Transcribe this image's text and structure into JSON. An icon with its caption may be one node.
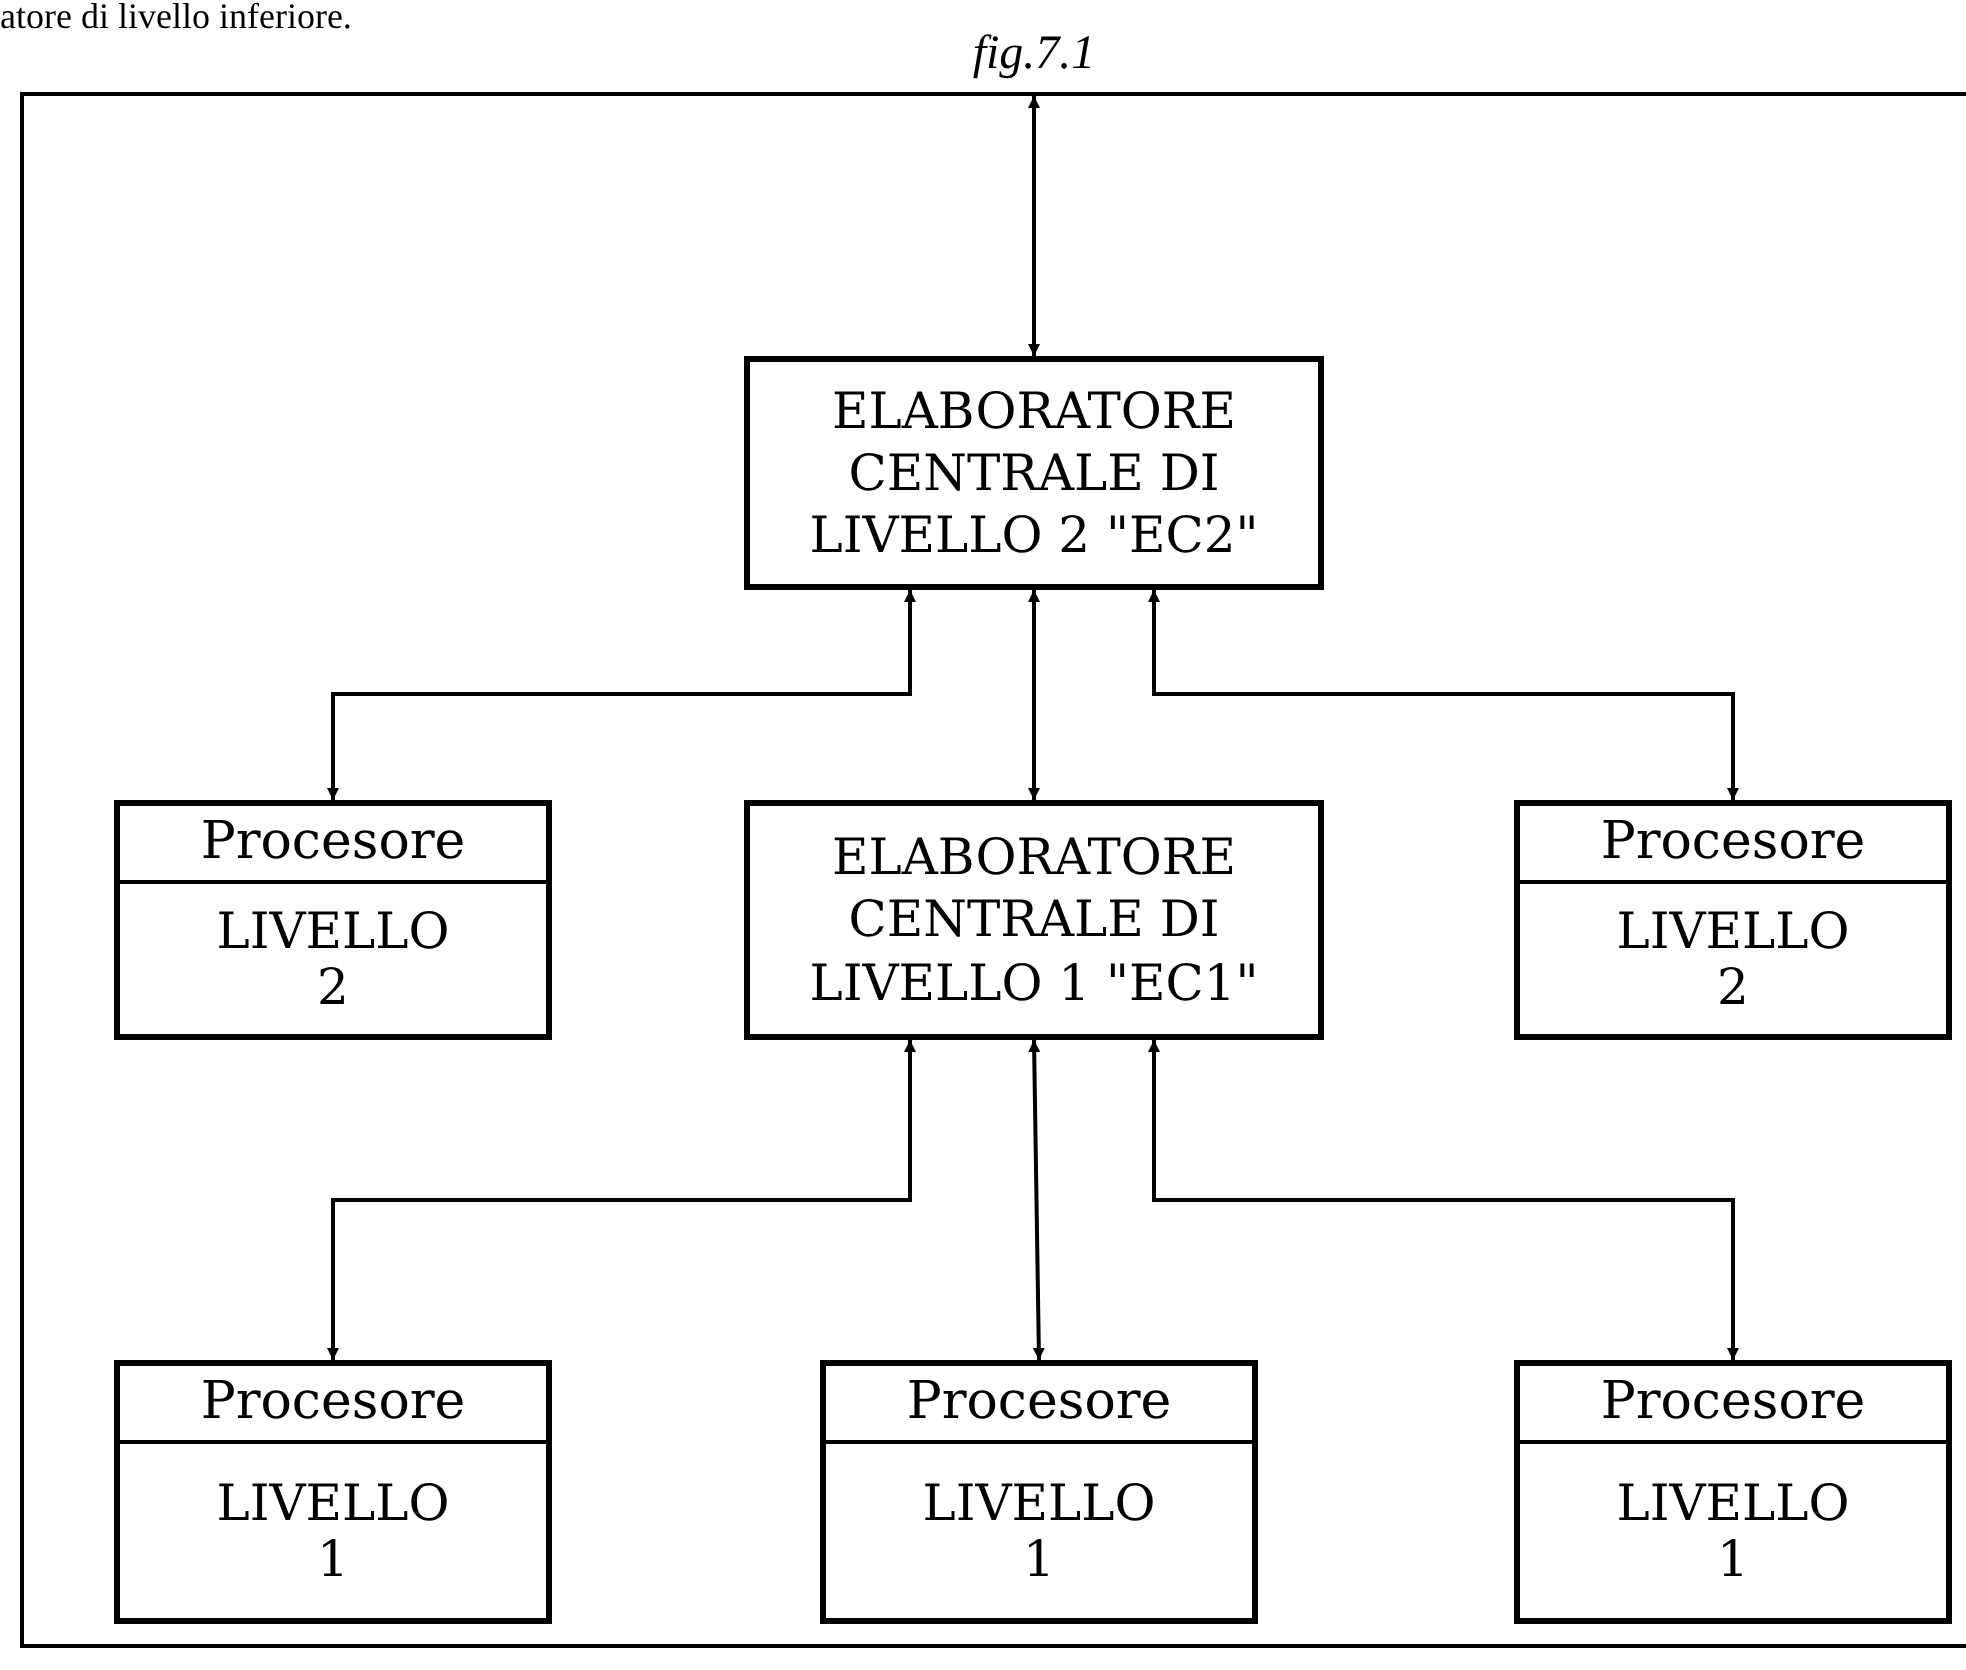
{
  "diagram": {
    "caption": "fig.7.1",
    "nodes": [
      {
        "text": [
          "ELABORATORE CENTRALE DI LIVELLO 2 \"EC2\""
        ]
      },
      {
        "text": [
          "Procesore",
          "LIVELLO 2"
        ]
      },
      {
        "text": [
          "ELABORATORE CENTRALE DI LIVELLO 1 \"EC1\""
        ]
      },
      {
        "text": [
          "Procesore",
          "LIVELLO 2"
        ]
      },
      {
        "text": [
          "Procesore",
          "LIVELLO 1"
        ]
      },
      {
        "text": [
          "Procesore",
          "LIVELLO 1"
        ]
      },
      {
        "text": [
          "Procesore",
          "LIVELLO 1"
        ]
      }
    ],
    "edges": [
      {
        "from": null,
        "to": 0,
        "arrow": "both"
      },
      {
        "from": 0,
        "to": 1,
        "arrow": "both"
      },
      {
        "from": 0,
        "to": 2,
        "arrow": "both"
      },
      {
        "from": 0,
        "to": 3,
        "arrow": "both"
      },
      {
        "from": 2,
        "to": 4,
        "arrow": "both"
      },
      {
        "from": 2,
        "to": 5,
        "arrow": "both"
      },
      {
        "from": 2,
        "to": 6,
        "arrow": "both"
      }
    ],
    "labels": [
      "atore di livello inferiore."
    ]
  }
}
